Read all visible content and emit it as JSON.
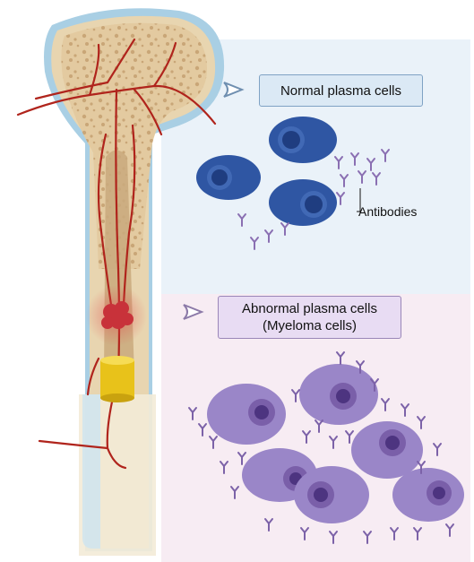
{
  "labels": {
    "normal": "Normal plasma cells",
    "abnormal_line1": "Abnormal plasma cells",
    "abnormal_line2": "(Myeloma cells)",
    "antibodies": "Antibodies"
  },
  "colors": {
    "normal_panel": "#eaf2f9",
    "abnormal_panel": "#f7ecf3",
    "bone": "#e8d5b0",
    "marrow": "#c9a97c",
    "vessel": "#b0241c",
    "tumor": "#c8323a",
    "implant": "#e8c21a",
    "normal_cell": "#2f56a3",
    "myeloma_cell": "#9a86c8",
    "antibody": "#8a6fb2"
  }
}
